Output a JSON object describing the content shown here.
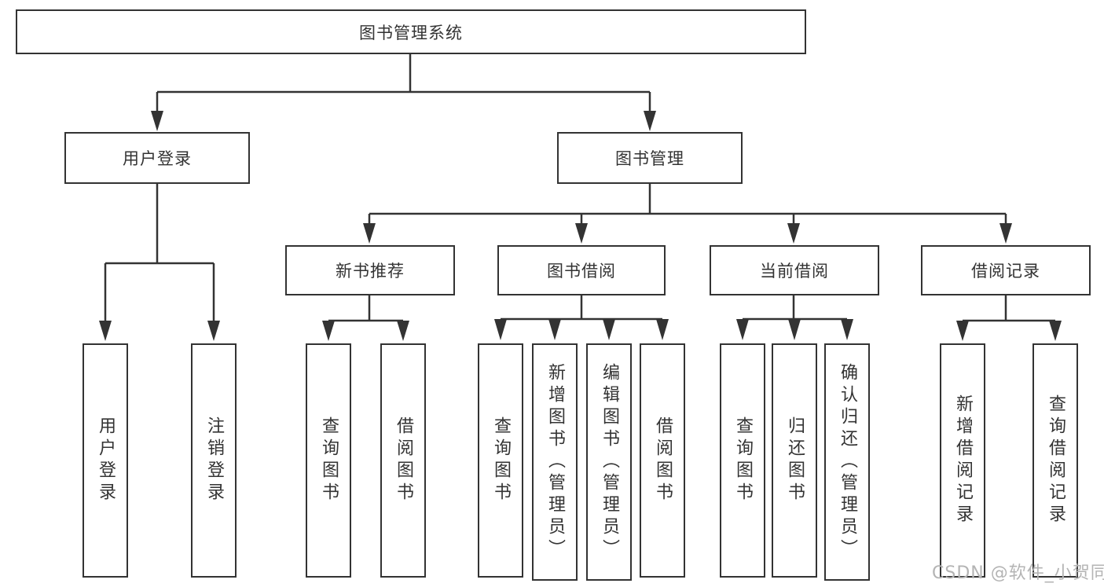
{
  "diagram": {
    "root": "图书管理系统",
    "branches": {
      "user_login": {
        "label": "用户登录",
        "children": [
          "用户登录",
          "注销登录"
        ]
      },
      "book_management": {
        "label": "图书管理",
        "sections": [
          {
            "label": "新书推荐",
            "children": [
              "查询图书",
              "借阅图书"
            ]
          },
          {
            "label": "图书借阅",
            "children": [
              "查询图书",
              "新增图书（管理员）",
              "编辑图书（管理员）",
              "借阅图书"
            ]
          },
          {
            "label": "当前借阅",
            "children": [
              "查询图书",
              "归还图书",
              "确认归还（管理员）"
            ]
          },
          {
            "label": "借阅记录",
            "children": [
              "新增借阅记录",
              "查询借阅记录"
            ]
          }
        ]
      }
    }
  },
  "watermark": "CSDN @软件_小贺同学",
  "colors": {
    "line": "#333333",
    "text": "#333333",
    "watermark_text": "#b4b4b4",
    "background": "#ffffff"
  }
}
